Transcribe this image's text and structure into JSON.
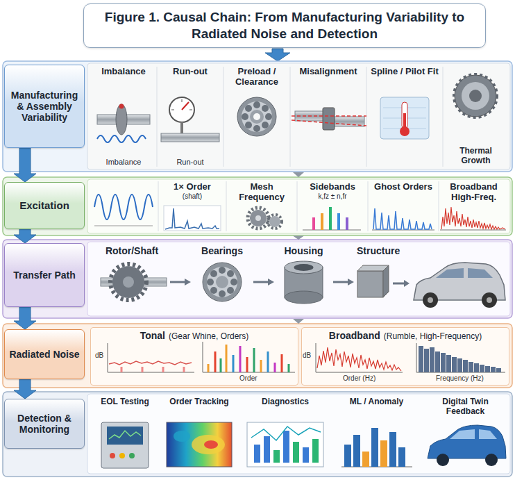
{
  "diagram": {
    "title": "Figure 1. Causal Chain: From Manufacturing Variability to Radiated Noise and Detection",
    "nodes": [
      {
        "text": [
          "Manufacturing & Assembly Variability"
        ]
      },
      {
        "text": [
          "Imbalance",
          "Imbalance"
        ]
      },
      {
        "text": [
          "Run-out",
          "Run-out"
        ]
      },
      {
        "text": [
          "Preload / Clearance"
        ]
      },
      {
        "text": [
          "Misalignment"
        ]
      },
      {
        "text": [
          "Spline / Pilot Fit"
        ]
      },
      {
        "text": [
          "Thermal Growth"
        ]
      },
      {
        "text": [
          "Excitation"
        ]
      },
      {
        "text": [
          "1× Order",
          "(shaft)"
        ]
      },
      {
        "text": [
          "Mesh Frequency"
        ]
      },
      {
        "text": [
          "Sidebands",
          "k,fz ± n,fr"
        ]
      },
      {
        "text": [
          "Ghost Orders"
        ]
      },
      {
        "text": [
          "Broadband High-Freq."
        ]
      },
      {
        "text": [
          "Transfer Path"
        ]
      },
      {
        "text": [
          "Rotor/Shaft"
        ]
      },
      {
        "text": [
          "Bearings"
        ]
      },
      {
        "text": [
          "Housing"
        ]
      },
      {
        "text": [
          "Structure"
        ]
      },
      {
        "text": [
          "Radiated Noise"
        ]
      },
      {
        "text": [
          "Tonal",
          "(Gear Whine, Orders)"
        ]
      },
      {
        "text": [
          "Broadband",
          "(Rumble, High-Frequency)"
        ]
      },
      {
        "text": [
          "Detection & Monitoring"
        ]
      },
      {
        "text": [
          "EOL Testing"
        ]
      },
      {
        "text": [
          "Order Tracking"
        ]
      },
      {
        "text": [
          "Diagnostics"
        ]
      },
      {
        "text": [
          "ML / Anomaly"
        ]
      },
      {
        "text": [
          "Digital Twin Feedback"
        ]
      }
    ],
    "edges": [
      {
        "from": 0,
        "to": 7,
        "arrow": "to"
      },
      {
        "from": 7,
        "to": 13,
        "arrow": "to"
      },
      {
        "from": 13,
        "to": 18,
        "arrow": "to"
      },
      {
        "from": 18,
        "to": 21,
        "arrow": "to"
      },
      {
        "from": 14,
        "to": 15,
        "arrow": "to"
      },
      {
        "from": 15,
        "to": 16,
        "arrow": "to"
      },
      {
        "from": 16,
        "to": 17,
        "arrow": "to"
      }
    ],
    "labels": [
      "dB",
      "Order",
      "dB",
      "Order (Hz)",
      "Frequency (Hz)"
    ]
  }
}
